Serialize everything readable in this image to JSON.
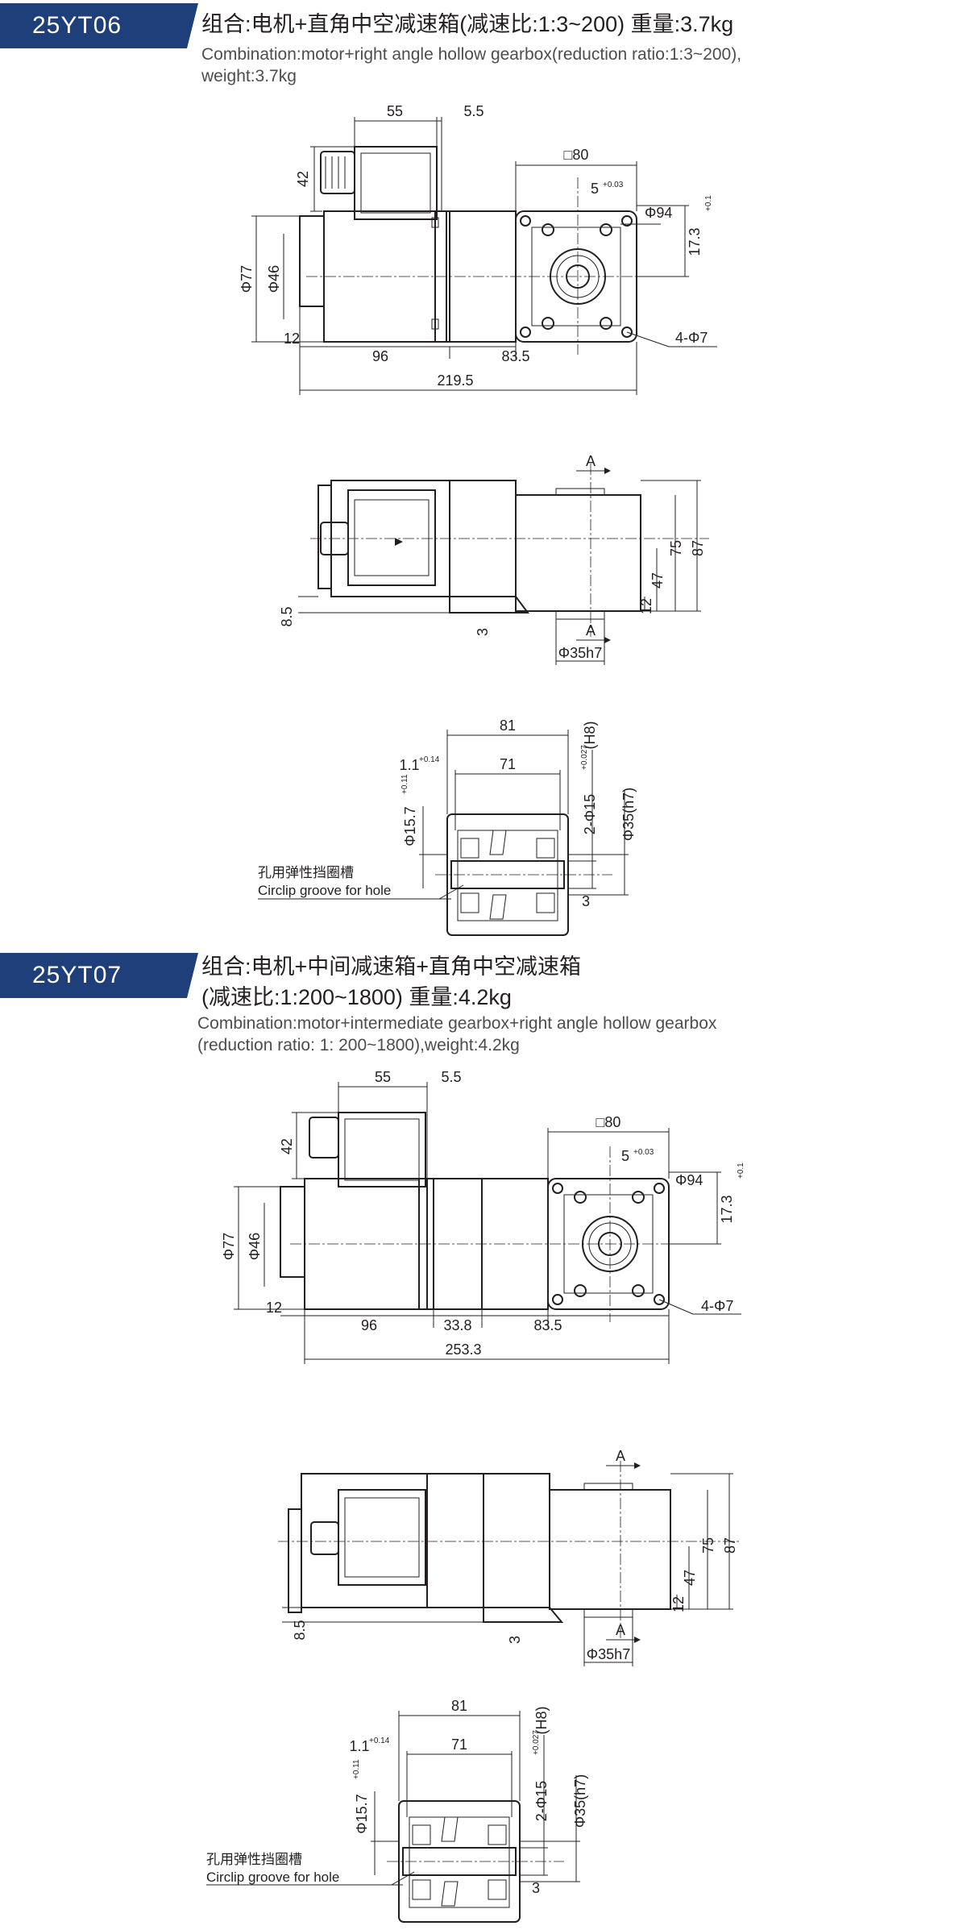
{
  "models": [
    {
      "code": "25YT06",
      "title_zh": "组合:电机+直角中空减速箱(减速比:1:3~200) 重量:3.7kg",
      "title_en_l1": "Combination:motor+right angle hollow gearbox(reduction ratio:1:3~200),",
      "title_en_l2": "weight:3.7kg",
      "dims": {
        "d55": "55",
        "d5_5": "5.5",
        "d42": "42",
        "sq80": "□80",
        "d5": "5",
        "d5tol": "+0.03",
        "phi94": "Φ94",
        "d17_3": "17.3",
        "d17tol": "+0.1",
        "phi77": "Φ77",
        "phi46": "Φ46",
        "d12": "12",
        "d96": "96",
        "d83_5": "83.5",
        "total": "219.5",
        "holes": "4-Φ7",
        "a": "A",
        "d75": "75",
        "d87": "87",
        "d47": "47",
        "d12b": "12",
        "d8_5": "8.5",
        "d3": "3",
        "shaft": "Φ35h7",
        "d81": "81",
        "d71": "71",
        "d1_1": "1.1",
        "d1tol": "+0.14",
        "phi15_7": "Φ15.7",
        "d15tol": "+0.11",
        "phi15": "2-Φ15",
        "p15tol": "+0.027",
        "h8": "(H8)",
        "phi35h7": "Φ35(h7)",
        "d3b": "3",
        "circlip_zh": "孔用弹性挡圈槽",
        "circlip_en": "Circlip groove for hole"
      }
    },
    {
      "code": "25YT07",
      "title_zh_l1": "组合:电机+中间减速箱+直角中空减速箱",
      "title_zh_l2": "(减速比:1:200~1800) 重量:4.2kg",
      "title_en_l1": "Combination:motor+intermediate gearbox+right angle hollow gearbox",
      "title_en_l2": "(reduction ratio: 1: 200~1800),weight:4.2kg",
      "dims": {
        "d55": "55",
        "d5_5": "5.5",
        "d42": "42",
        "sq80": "□80",
        "d5": "5",
        "d5tol": "+0.03",
        "phi94": "Φ94",
        "d17_3": "17.3",
        "d17tol": "+0.1",
        "phi77": "Φ77",
        "phi46": "Φ46",
        "d12": "12",
        "d96": "96",
        "d33_8": "33.8",
        "d83_5": "83.5",
        "total": "253.3",
        "holes": "4-Φ7",
        "a": "A",
        "d75": "75",
        "d87": "87",
        "d47": "47",
        "d12b": "12",
        "d8_5": "8.5",
        "d3": "3",
        "shaft": "Φ35h7",
        "d81": "81",
        "d71": "71",
        "d1_1": "1.1",
        "d1tol": "+0.14",
        "phi15_7": "Φ15.7",
        "d15tol": "+0.11",
        "phi15": "2-Φ15",
        "p15tol": "+0.027",
        "h8": "(H8)",
        "phi35h7": "Φ35(h7)",
        "d3b": "3",
        "circlip_zh": "孔用弹性挡圈槽",
        "circlip_en": "Circlip groove for hole"
      }
    }
  ],
  "colors": {
    "badge": "#1f3f7a",
    "line": "#231f20"
  }
}
